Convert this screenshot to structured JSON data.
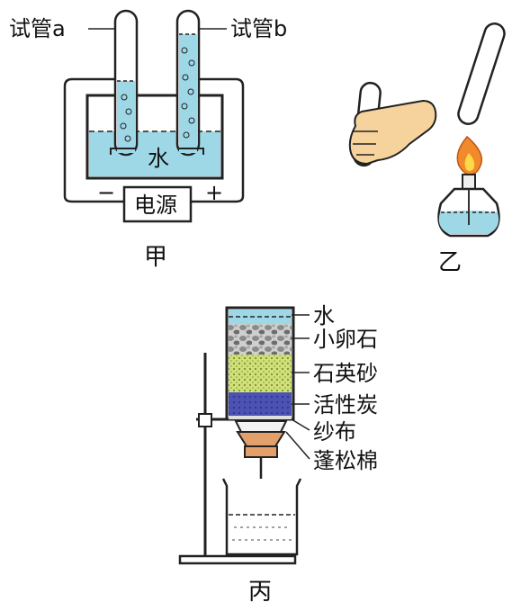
{
  "jia": {
    "tube_a_label": "试管a",
    "tube_b_label": "试管b",
    "water_label": "水",
    "power_label": "电源",
    "minus": "−",
    "plus": "+",
    "caption": "甲"
  },
  "yi": {
    "caption": "乙"
  },
  "bing": {
    "layers": [
      "水",
      "小卵石",
      "石英砂",
      "活性炭",
      "纱布",
      "蓬松棉"
    ],
    "caption": "丙"
  },
  "colors": {
    "water": "#9ed8e6",
    "charcoal": "#4a4fb0",
    "sand": "#c9dc6c",
    "flame": "#f08a2a",
    "holder": "#e3a06a"
  }
}
